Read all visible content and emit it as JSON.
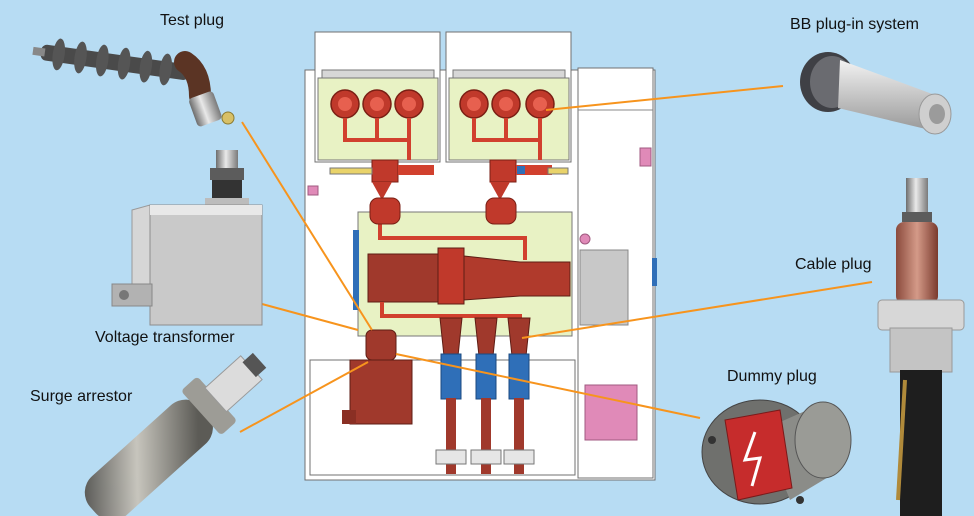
{
  "labels": {
    "test_plug": "Test plug",
    "bb_plug_in_system": "BB plug-in system",
    "voltage_transformer": "Voltage transformer",
    "cable_plug": "Cable plug",
    "surge_arrestor": "Surge arrestor",
    "dummy_plug": "Dummy plug"
  },
  "colors": {
    "background": "#b7dcf3",
    "leader_line": "#f7941d",
    "conductor": "#d1402e",
    "compartment_fill": "#e8f2c4",
    "cabinet": "#ffffff",
    "dark_red_parts": "#a0392c",
    "blue_bushing": "#2f6fb8",
    "pink_panel": "#e08ab8"
  }
}
